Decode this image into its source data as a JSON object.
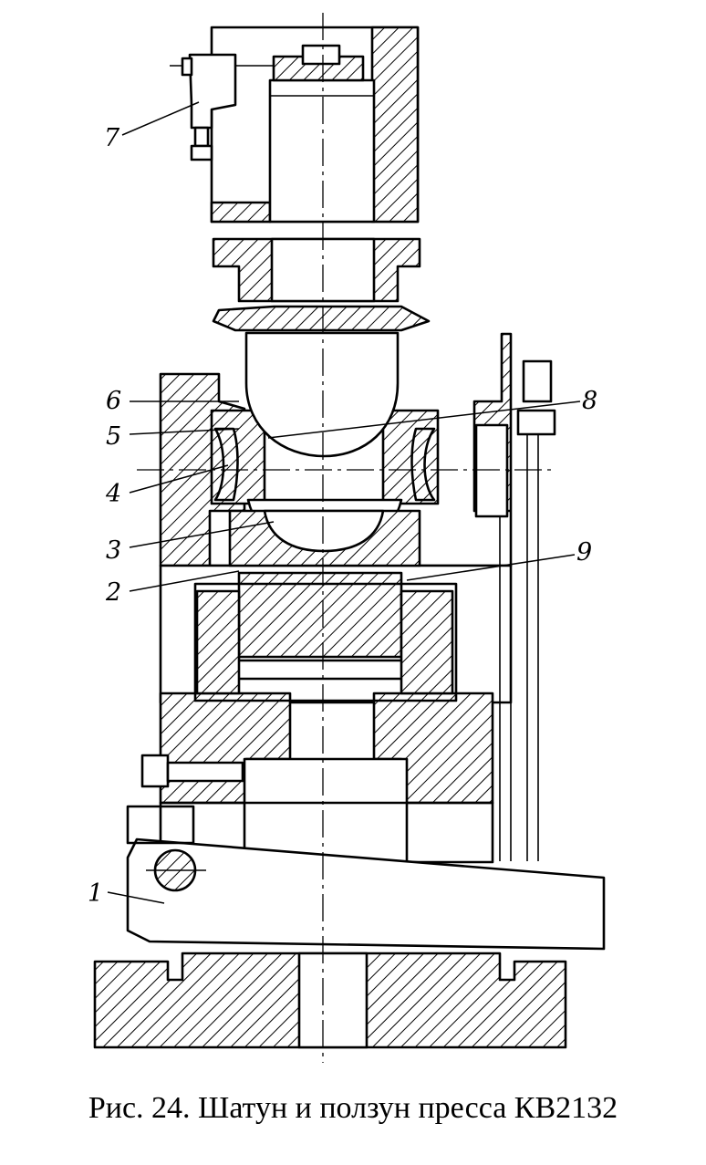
{
  "figure": {
    "caption": "Рис. 24. Шатун и ползун пресса КВ2132",
    "callouts": [
      {
        "id": "1",
        "text": "1"
      },
      {
        "id": "2",
        "text": "2"
      },
      {
        "id": "3",
        "text": "3"
      },
      {
        "id": "4",
        "text": "4"
      },
      {
        "id": "5",
        "text": "5"
      },
      {
        "id": "6",
        "text": "6"
      },
      {
        "id": "7",
        "text": "7"
      },
      {
        "id": "8",
        "text": "8"
      },
      {
        "id": "9",
        "text": "9"
      }
    ]
  }
}
